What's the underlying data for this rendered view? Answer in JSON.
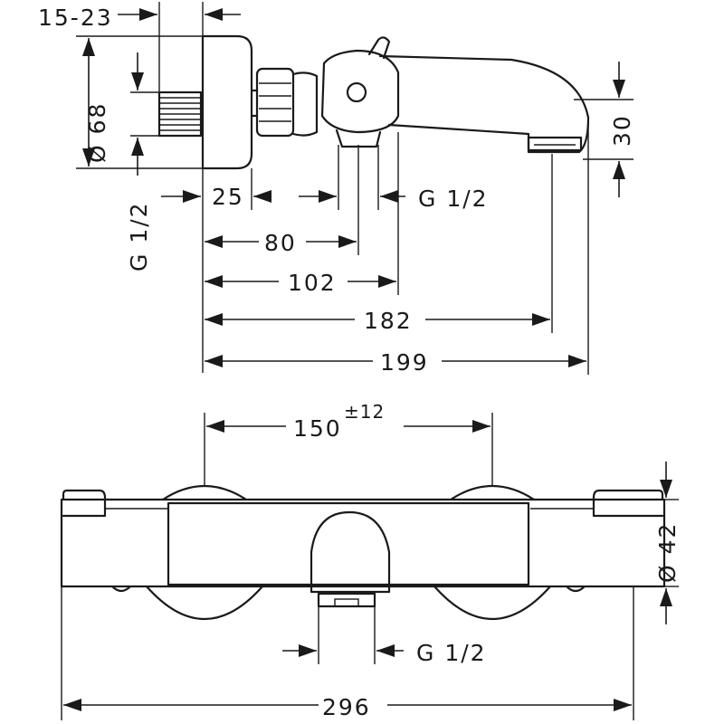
{
  "side_view": {
    "dim_wall_offset": "15-23",
    "dim_flange_diameter": "Ø 68",
    "dim_wall_thread": "G 1/2",
    "dim_25": "25",
    "dim_outlet_thread": "G 1/2",
    "dim_80": "80",
    "dim_102": "102",
    "dim_182": "182",
    "dim_199": "199",
    "dim_spout_height": "30"
  },
  "front_view": {
    "dim_centers": "150",
    "dim_centers_tolerance": "±12",
    "dim_body_diameter": "Ø 42",
    "dim_outlet_thread": "G 1/2",
    "dim_total_width": "296"
  }
}
